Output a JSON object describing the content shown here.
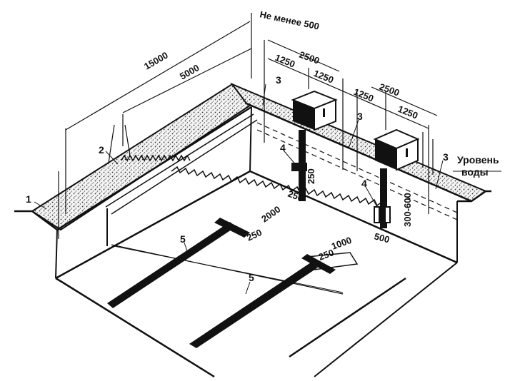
{
  "dimensions": {
    "overall": "15000",
    "segment": "5000",
    "min_distance": "Не менее 500",
    "pair_left": "2500",
    "pair_right": "2500",
    "half_a": "1250",
    "half_b": "1250",
    "half_c": "1250",
    "half_d": "1250",
    "depth_2000": "2000",
    "w_250_a": "250",
    "w_250_b": "250",
    "w_250_c": "250",
    "w_250_d": "250",
    "w_500": "500",
    "range": "300-600",
    "len_1000": "1000"
  },
  "labels": {
    "n1": "1",
    "n2": "2",
    "n3a": "3",
    "n3b": "3",
    "n3c": "3",
    "n4a": "4",
    "n4b": "4",
    "n5a": "5",
    "n5b": "5",
    "water_1": "Уровень",
    "water_2": "воды"
  }
}
